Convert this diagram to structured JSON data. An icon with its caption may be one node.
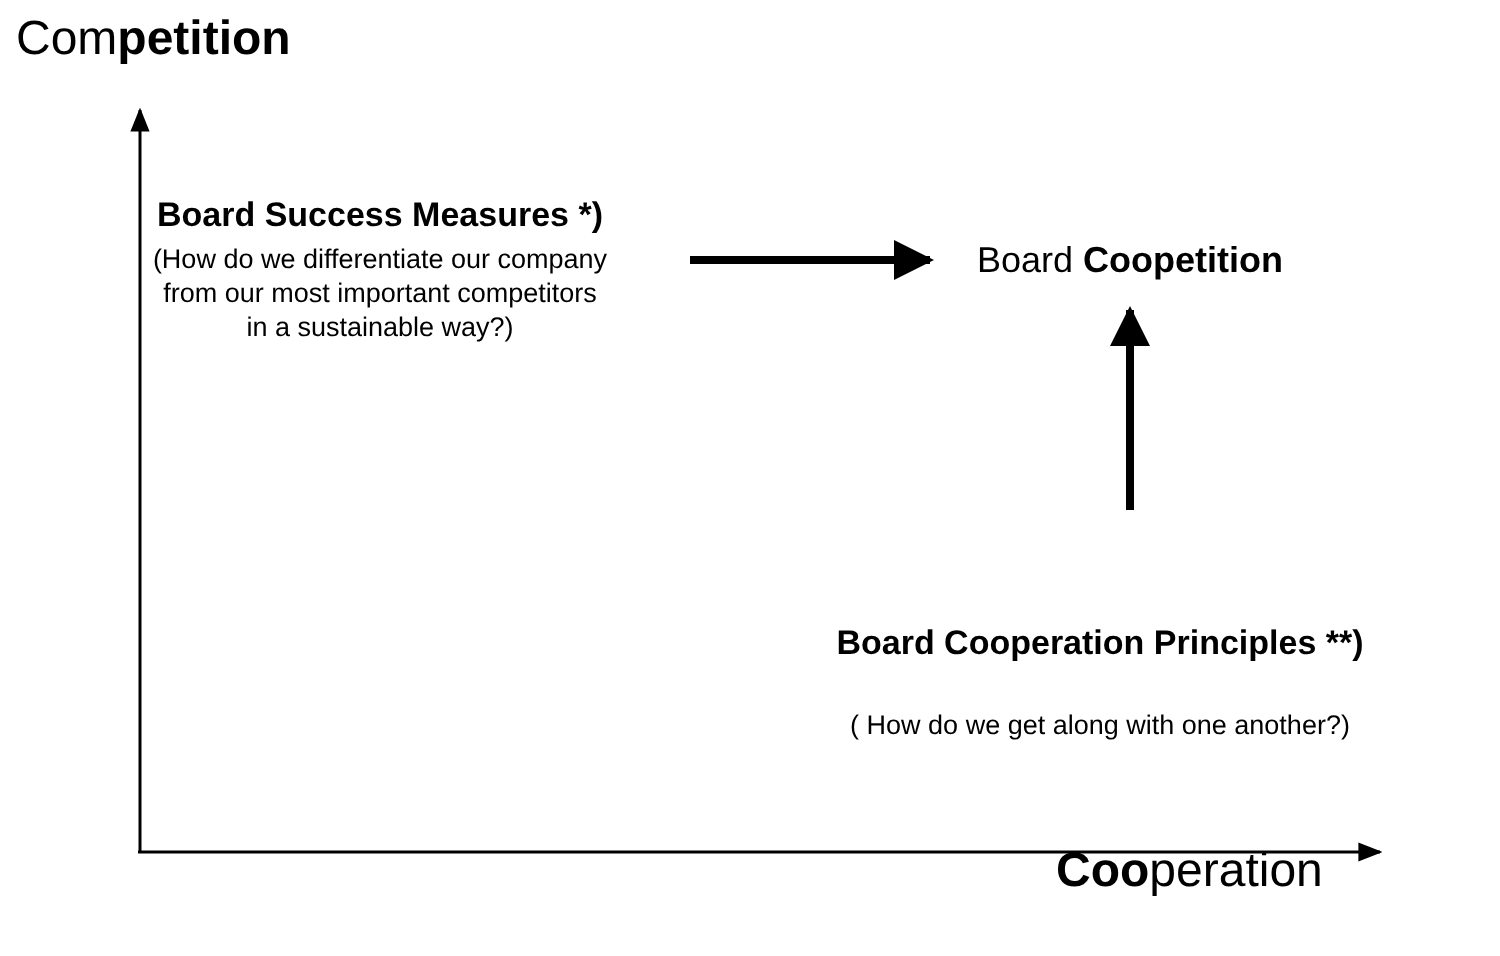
{
  "diagram": {
    "nodes": [
      {
        "text": [
          "Board Success Measures *)",
          "(How do we differentiate our company from our most important competitors in a sustainable way?)"
        ]
      },
      {
        "text": [
          "Board **Coopetition**"
        ]
      },
      {
        "text": [
          "Board Cooperation Principles **)",
          "( How do we get along with one another?)"
        ]
      }
    ],
    "edges": [
      {
        "from": 0,
        "to": 1,
        "arrow": "to"
      },
      {
        "from": 2,
        "to": 1,
        "arrow": "to"
      }
    ],
    "labels": [
      "Com**petition**",
      "**Coo**peration"
    ]
  }
}
